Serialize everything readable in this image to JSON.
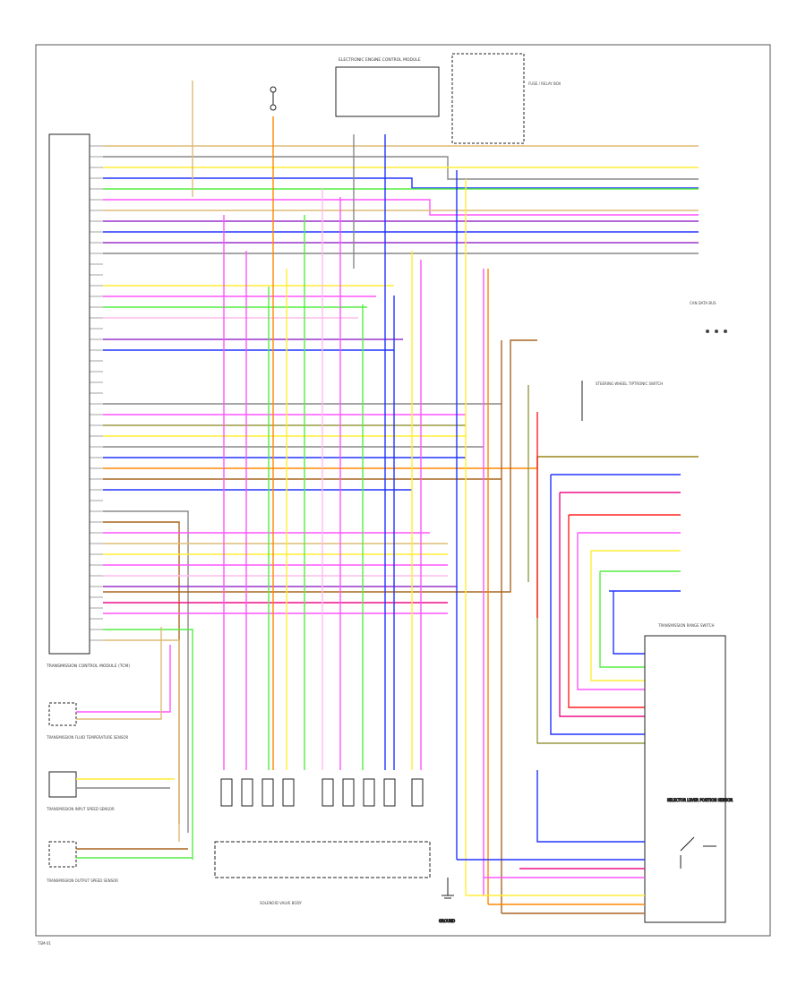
{
  "page_code": "TSM-01",
  "colors": {
    "violet": "#ff55ff",
    "green": "#55ee44",
    "yellow": "#ffee33",
    "blue": "#2233ff",
    "red": "#ff2222",
    "orange": "#ff8800",
    "brown": "#aa6622",
    "olive": "#999944",
    "gray": "#888888",
    "purple": "#9933cc",
    "pink": "#ffbbee",
    "tan": "#ddbb77",
    "black": "#111111",
    "magenta": "#ee1188"
  },
  "components": [
    {
      "id": "tcm",
      "label": "TRANSMISSION CONTROL MODULE (TCM)"
    },
    {
      "id": "tft",
      "label": "TRANSMISSION FLUID TEMPERATURE SENSOR"
    },
    {
      "id": "input_speed",
      "label": "TRANSMISSION INPUT SPEED SENSOR"
    },
    {
      "id": "output_speed",
      "label": "TRANSMISSION OUTPUT SPEED SENSOR"
    },
    {
      "id": "solenoid",
      "label": "SOLENOID VALVE BODY"
    },
    {
      "id": "range_switch",
      "label": "TRANSMISSION RANGE SWITCH"
    },
    {
      "id": "selector_lever",
      "label": "SELECTOR LEVER POSITION SENSOR"
    },
    {
      "id": "ecm",
      "label": "ELECTRONIC ENGINE CONTROL MODULE"
    },
    {
      "id": "fuse_box",
      "label": "FUSE / RELAY BOX"
    },
    {
      "id": "ground",
      "label": "GROUND"
    },
    {
      "id": "steering_switch",
      "label": "STEERING WHEEL TIPTRONIC SWITCH"
    },
    {
      "id": "data_bus",
      "label": "CAN DATA BUS"
    }
  ]
}
